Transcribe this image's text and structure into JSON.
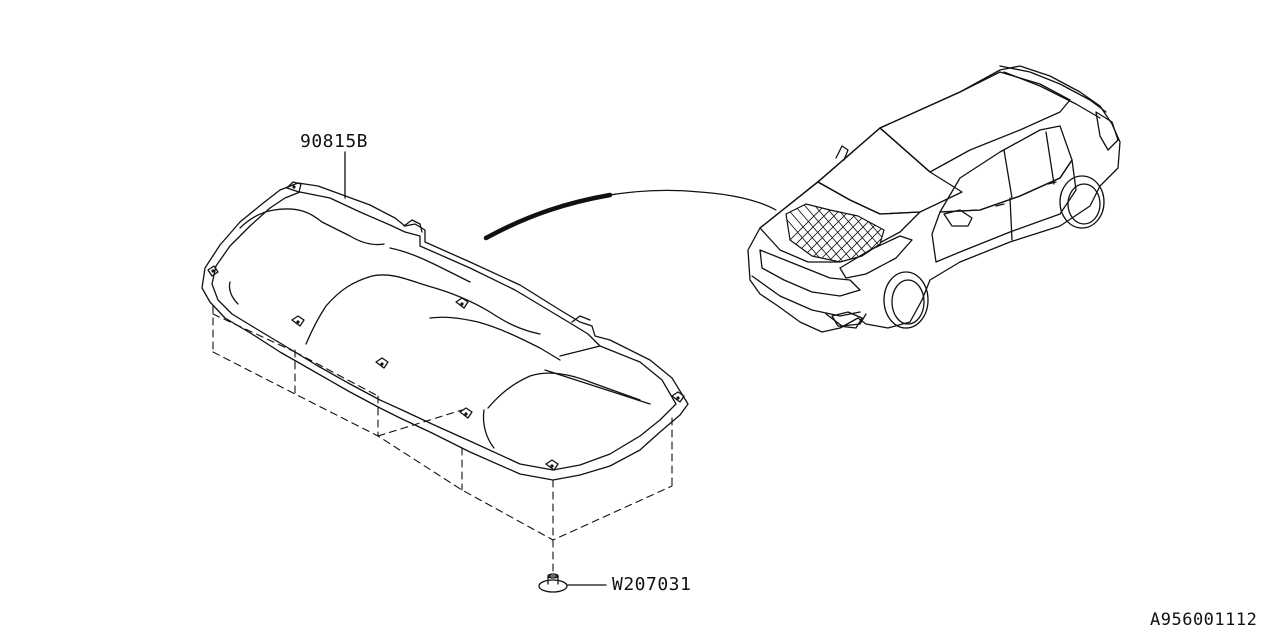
{
  "colors": {
    "line": "#111111",
    "background": "#ffffff"
  },
  "callouts": {
    "insulator_part_no": "90815B",
    "clip_part_no": "W207031"
  },
  "diagram_ref": "A956001112"
}
